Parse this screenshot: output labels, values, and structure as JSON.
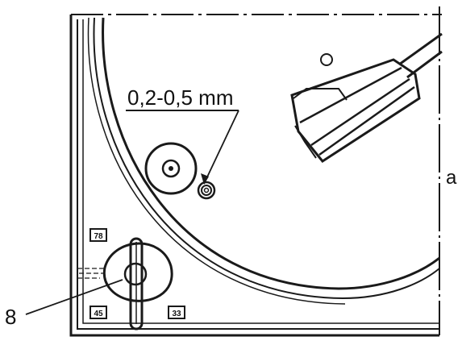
{
  "figure": {
    "callout_gap": "0,2-0,5 mm",
    "callout_item": "8",
    "side_label": "a",
    "speed_labels": {
      "top": "78",
      "bottom_left": "45",
      "bottom_right": "33"
    }
  },
  "colors": {
    "ink": "#1a1a1a",
    "paper": "#ffffff"
  }
}
